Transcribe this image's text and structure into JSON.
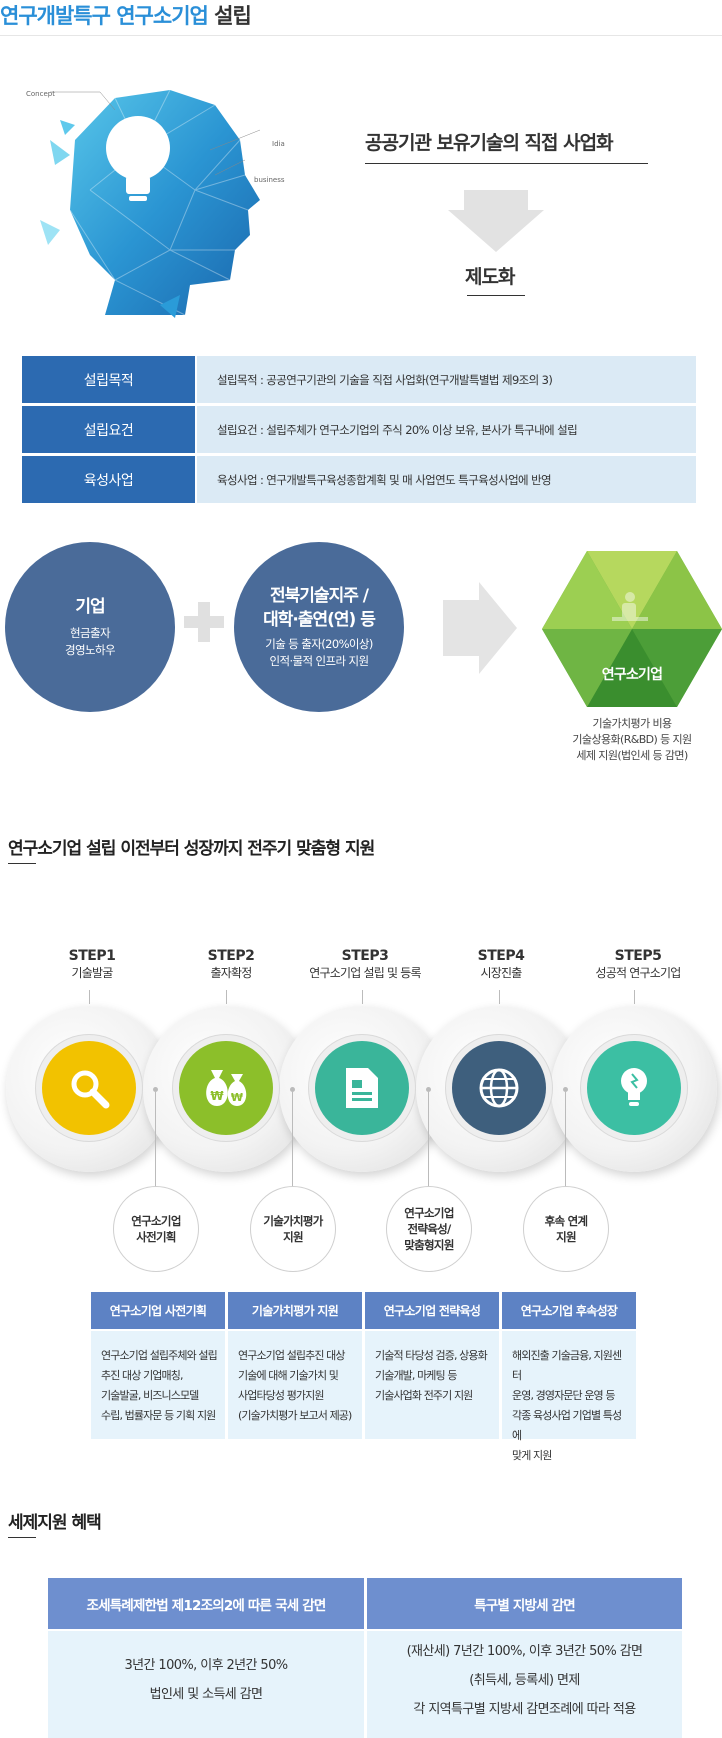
{
  "page_title": {
    "highlight": "연구개발특구 연구소기업",
    "rest": " 설립"
  },
  "hero": {
    "headline": "공공기관 보유기술의 직접 사업화",
    "subhead": "제도화",
    "labels": {
      "concept": "Concept",
      "idea": "Idia",
      "business": "business"
    }
  },
  "info_rows": [
    {
      "label": "설립목적",
      "value": "설립목적 : 공공연구기관의  기술을 직접 사업화(연구개발특별법 제9조의 3)"
    },
    {
      "label": "설립요건",
      "value": "설립요건 : 설립주체가 연구소기업의 주식 20% 이상 보유, 본사가 특구내에 설립"
    },
    {
      "label": "육성사업",
      "value": "육성사업 : 연구개발특구육성종합계획 및 매 사업연도 특구육성사업에 반영"
    }
  ],
  "formula": {
    "left": {
      "title": "기업",
      "lines": [
        "현금출자",
        "경영노하우"
      ]
    },
    "middle": {
      "title1": "전북기술지주 /",
      "title2": "대학·출연(연) 등",
      "lines": [
        "기술 등 출자(20%이상)",
        "인적·물적 인프라 지원"
      ]
    },
    "result": {
      "title": "연구소기업",
      "lines": [
        "기술가치평가 비용",
        "기술상용화(R&BD) 등 지원",
        "세제 지원(법인세 등 감면)"
      ]
    },
    "colors": {
      "circle": "#4a6b99",
      "hex_light": "#a8d05a",
      "hex_dark": "#3e9a3a"
    }
  },
  "section1": {
    "title": "연구소기업 설립 이전부터 성장까지 전주기 맞춤형 지원"
  },
  "steps": [
    {
      "num": "STEP1",
      "desc": "기술발굴",
      "icon": "search-icon",
      "color": "#f2c200"
    },
    {
      "num": "STEP2",
      "desc": "출자확정",
      "icon": "money-bag-icon",
      "color": "#8cbf2a"
    },
    {
      "num": "STEP3",
      "desc": "연구소기업 설립 및 등록",
      "icon": "document-icon",
      "color": "#3ab59a"
    },
    {
      "num": "STEP4",
      "desc": "시장진출",
      "icon": "globe-icon",
      "color": "#3e5f7d"
    },
    {
      "num": "STEP5",
      "desc": "성공적 연구소기업",
      "icon": "lightbulb-icon",
      "color": "#3cbfa3"
    }
  ],
  "sub_circles": [
    {
      "text": "연구소기업\n사전기획"
    },
    {
      "text": "기술가치평가\n지원"
    },
    {
      "text": "연구소기업\n전략육성/\n맞춤형지원"
    },
    {
      "text": "후속 연계\n지원"
    }
  ],
  "phases": [
    {
      "title": "연구소기업 사전기획",
      "body": [
        "연구소기업 설립주체와 설립",
        "추진 대상 기업매칭,",
        "기술발굴, 비즈니스모델",
        "수립, 법률자문 등 기획 지원"
      ]
    },
    {
      "title": "기술가치평가 지원",
      "body": [
        "연구소기업 설립추진 대상",
        "기술에 대해 기술가치 및",
        "사업타당성 평가지원",
        "(기술가치평가 보고서 제공)"
      ]
    },
    {
      "title": "연구소기업 전략육성",
      "body": [
        "기술적 타당성 검증, 상용화",
        "기술개발, 마케팅 등",
        "기술사업화 전주기 지원"
      ]
    },
    {
      "title": "연구소기업 후속성장",
      "body": [
        "해외진출 기술금융, 지원센터",
        "운영, 경영자문단 운영 등",
        "각종 육성사업 기업별 특성에",
        "맞게 지원"
      ]
    }
  ],
  "section2": {
    "title": "세제지원 혜택"
  },
  "tax": [
    {
      "title": "조세특례제한법 제12조의2에 따른 국세 감면",
      "body": [
        "3년간 100%, 이후 2년간 50%",
        "법인세 및 소득세 감면"
      ]
    },
    {
      "title": "특구별 지방세 감면",
      "body": [
        "(재산세) 7년간 100%, 이후 3년간 50% 감면",
        "(취득세, 등록세) 면제",
        "각 지역특구별  지방세 감면조례에 따라  적용"
      ]
    }
  ]
}
